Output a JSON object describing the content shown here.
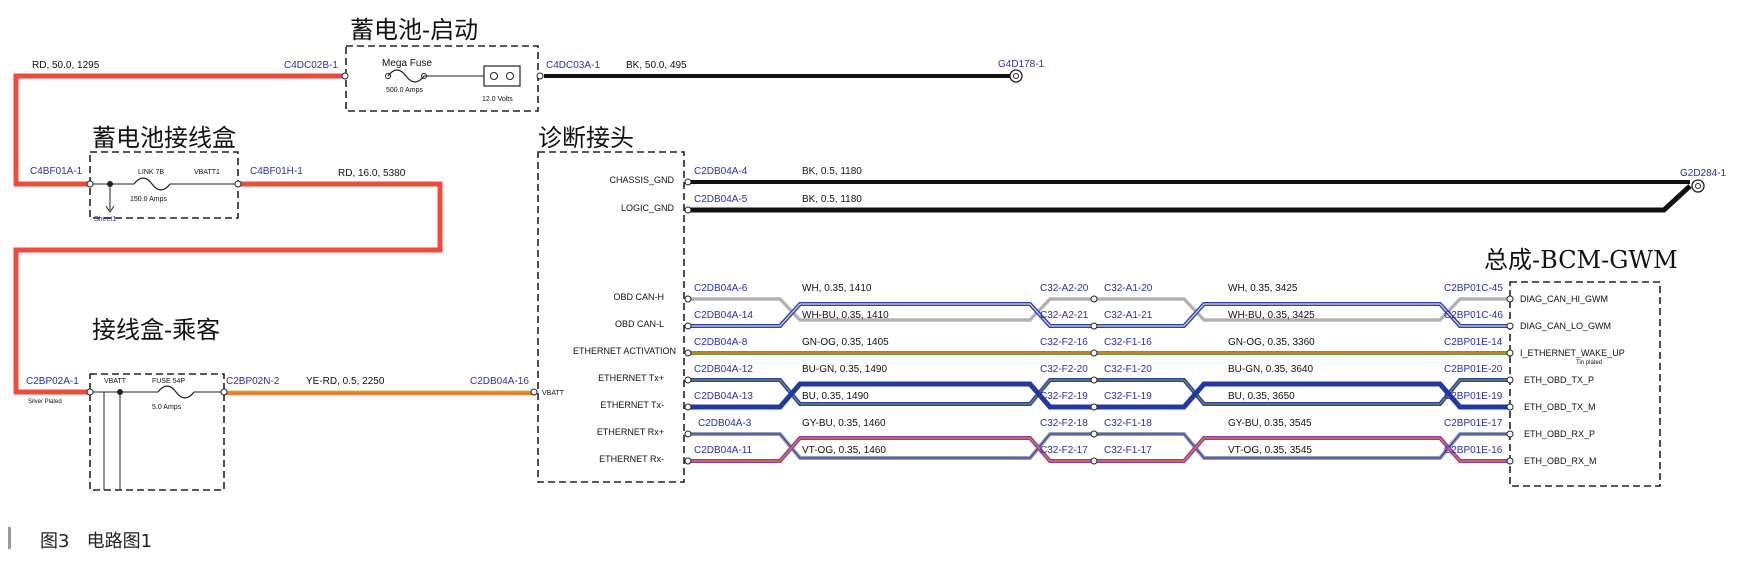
{
  "components": {
    "battery_start": {
      "title": "蓄电池-启动",
      "fuse_name": "Mega Fuse",
      "fuse_rating": "500.0 Amps",
      "battery_voltage": "12.0 Volts"
    },
    "battery_junction_box": {
      "title": "蓄电池接线盒",
      "fuse_name": "LINK 7B",
      "fuse_rating": "150.0 Amps",
      "pin_label": "VBATT1",
      "sheet": "Sheet1"
    },
    "passenger_junction_box": {
      "title": "接线盒-乘客",
      "feed_label": "VBATT",
      "fuse_name": "FUSE 54P",
      "fuse_rating": "5.0 Amps",
      "plating": "Silver Plated"
    },
    "diagnostic_connector": {
      "title": "诊断接头",
      "vbatt_pin": "VBATT",
      "pins": [
        "CHASSIS_GND",
        "LOGIC_GND",
        "OBD CAN-H",
        "OBD CAN-L",
        "ETHERNET ACTIVATION",
        "ETHERNET Tx+",
        "ETHERNET Tx-",
        "ETHERNET Rx+",
        "ETHERNET Rx-"
      ]
    },
    "bcm": {
      "title": "总成-BCM-GWM",
      "pins": [
        "DIAG_CAN_HI_GWM",
        "DIAG_CAN_LO_GWM",
        "I_ETHERNET_WAKE_UP",
        "ETH_OBD_TX_P",
        "ETH_OBD_TX_M",
        "ETH_OBD_RX_P",
        "ETH_OBD_RX_M"
      ],
      "plating_note": "Tin plated"
    }
  },
  "wires": {
    "rd_battery": "RD, 50.0, 1295",
    "bk_battery": "BK, 50.0, 495",
    "rd_link": "RD, 16.0, 5380",
    "ye_rd": "YE-RD, 0.5, 2250",
    "chassis_gnd": "BK, 0.5, 1180",
    "logic_gnd": "BK, 0.5, 1180",
    "can_h_left": "WH, 0.35, 1410",
    "can_h_right": "WH, 0.35, 3425",
    "can_l_left": "WH-BU, 0.35, 1410",
    "can_l_right": "WH-BU, 0.35, 3425",
    "eth_act_left": "GN-OG, 0.35, 1405",
    "eth_act_right": "GN-OG, 0.35, 3360",
    "tx_p_left": "BU-GN, 0.35, 1490",
    "tx_p_right": "BU-GN, 0.35, 3640",
    "tx_m_left": "BU, 0.35, 1490",
    "tx_m_right": "BU, 0.35, 3650",
    "rx_p_left": "GY-BU, 0.35, 1460",
    "rx_p_right": "GY-BU, 0.35, 3545",
    "rx_m_left": "VT-OG, 0.35, 1460",
    "rx_m_right": "VT-OG, 0.35, 3545"
  },
  "connectors": {
    "c4dc02b": "C4DC02B-1",
    "c4dc03a": "C4DC03A-1",
    "g4d178": "G4D178-1",
    "c4bf01a": "C4BF01A-1",
    "c4bf01h": "C4BF01H-1",
    "c2bp02a": "C2BP02A-1",
    "c2bp02n": "C2BP02N-2",
    "c2db04a_16": "C2DB04A-16",
    "c2db04a_4": "C2DB04A-4",
    "c2db04a_5": "C2DB04A-5",
    "g2d284": "G2D284-1",
    "c2db04a_6": "C2DB04A-6",
    "c2db04a_14": "C2DB04A-14",
    "c2db04a_8": "C2DB04A-8",
    "c2db04a_12": "C2DB04A-12",
    "c2db04a_13": "C2DB04A-13",
    "c2db04a_3": "C2DB04A-3",
    "c2db04a_11": "C2DB04A-11",
    "inline_left": [
      "C32-A2-20",
      "C32-A2-21",
      "C32-F2-16",
      "C32-F2-20",
      "C32-F2-19",
      "C32-F2-18",
      "C32-F2-17"
    ],
    "inline_right": [
      "C32-A1-20",
      "C32-A1-21",
      "C32-F1-16",
      "C32-F1-20",
      "C32-F1-19",
      "C32-F1-18",
      "C32-F1-17"
    ],
    "bcm_side": [
      "C2BP01C-45",
      "C2BP01C-46",
      "C2BP01E-14",
      "C2BP01E-20",
      "C2BP01E-19",
      "C2BP01E-17",
      "C2BP01E-16"
    ]
  },
  "caption": "图3   电路图1",
  "colors": {
    "red_wire": "#ef4a3c",
    "black_wire": "#111111",
    "blue_wire": "#2f3fa8",
    "green_wire": "#6a9a3a",
    "orange_wire": "#f07a30",
    "connector_blue": "#2b2fa8"
  }
}
